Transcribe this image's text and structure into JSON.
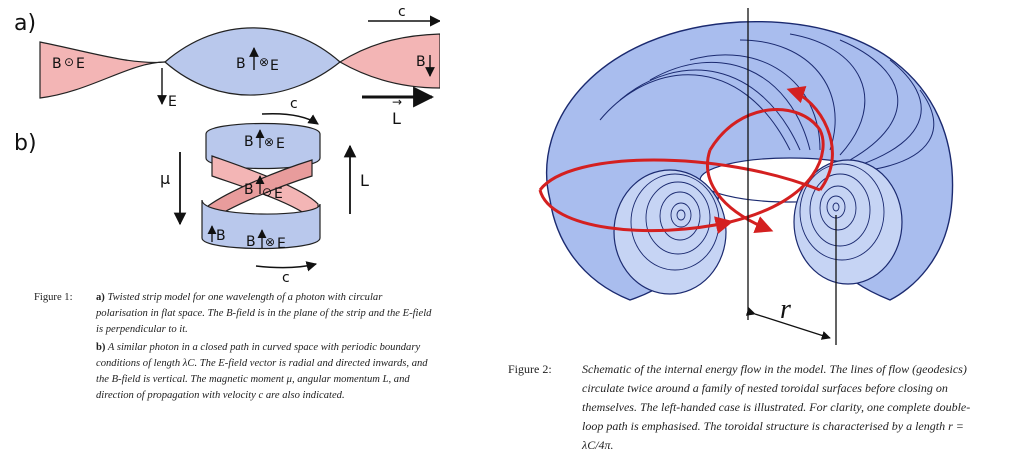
{
  "figure1": {
    "label_a": "a)",
    "label_b": "b)",
    "arrow_c": "c",
    "strip_B": "B",
    "strip_E": "E",
    "vec_L": "L",
    "vec_mu": "μ",
    "caption_number": "Figure 1:",
    "caption_a_tag": "a)",
    "caption_a_text": "Twisted strip model for one wavelength of a photon with circular polarisation in flat space. The B-field is in the plane of the strip and the E-field is perpendicular to it.",
    "caption_b_tag": "b)",
    "caption_b_text": "A similar photon in a closed path in curved space with periodic boundary conditions of length λC. The E-field vector is radial and directed inwards, and the B-field is vertical. The magnetic moment μ, angular momentum L, and direction of propagation with velocity c are also indicated."
  },
  "figure2": {
    "radius_label": "r",
    "caption_number": "Figure 2:",
    "caption_text": "Schematic of the internal energy flow in the model. The lines of flow (geodesics) circulate twice around a family of nested toroidal surfaces before closing on themselves. The left-handed case is illustrated. For clarity, one complete double-loop path is emphasised. The toroidal structure is characterised by a length r = λC/4π."
  },
  "colors": {
    "strip_blue": "#b9c8ec",
    "strip_pink": "#f3b5b5",
    "torus_blue": "#a9bdee",
    "flow_red": "#d42020"
  }
}
